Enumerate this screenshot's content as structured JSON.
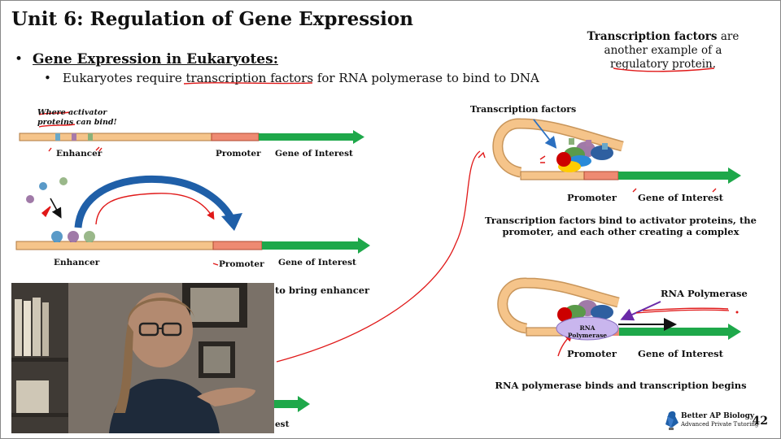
{
  "slide": {
    "title": "Unit 6: Regulation of Gene Expression",
    "bullet_main": "Gene Expression in Eukaryotes:",
    "bullet_sub": "Eukaryotes require transcription factors for RNA polymerase to bind to DNA",
    "note_bold": "Transcription factors",
    "note_rest_1": " are",
    "note_rest_2": "another example of a",
    "note_rest_3": "regulatory protein.",
    "page_number": "42"
  },
  "left_diagram": {
    "activator_note_1": "Where activator",
    "activator_note_2": "proteins can bind!",
    "row1": {
      "enhancer": "Enhancer",
      "promoter": "Promoter",
      "gene": "Gene of Interest"
    },
    "row2": {
      "enhancer": "Enhancer",
      "promoter": "Promoter",
      "gene": "Gene of Interest"
    },
    "partial_caption": "to bring enhancer",
    "partial_gene": "est"
  },
  "right_top": {
    "tf_label": "Transcription factors",
    "promoter": "Promoter",
    "gene": "Gene of Interest",
    "caption_1": "Transcription factors bind to activator proteins, the",
    "caption_2": "promoter, and each other creating a complex"
  },
  "right_bottom": {
    "rnap_label": "RNA Polymerase",
    "rnap_inner": "RNA Polymerase",
    "promoter": "Promoter",
    "gene": "Gene of Interest",
    "caption": "RNA polymerase binds and transcription begins"
  },
  "logo": {
    "name": "Better AP Biology",
    "tagline": "Advanced Private Tutoring"
  },
  "colors": {
    "dna": "#f5c48a",
    "promoter": "#ee8a72",
    "gene": "#1ea84a",
    "annotation": "#e01818",
    "arc": "#1f5fa8",
    "rnap": "#c9b6ee"
  }
}
